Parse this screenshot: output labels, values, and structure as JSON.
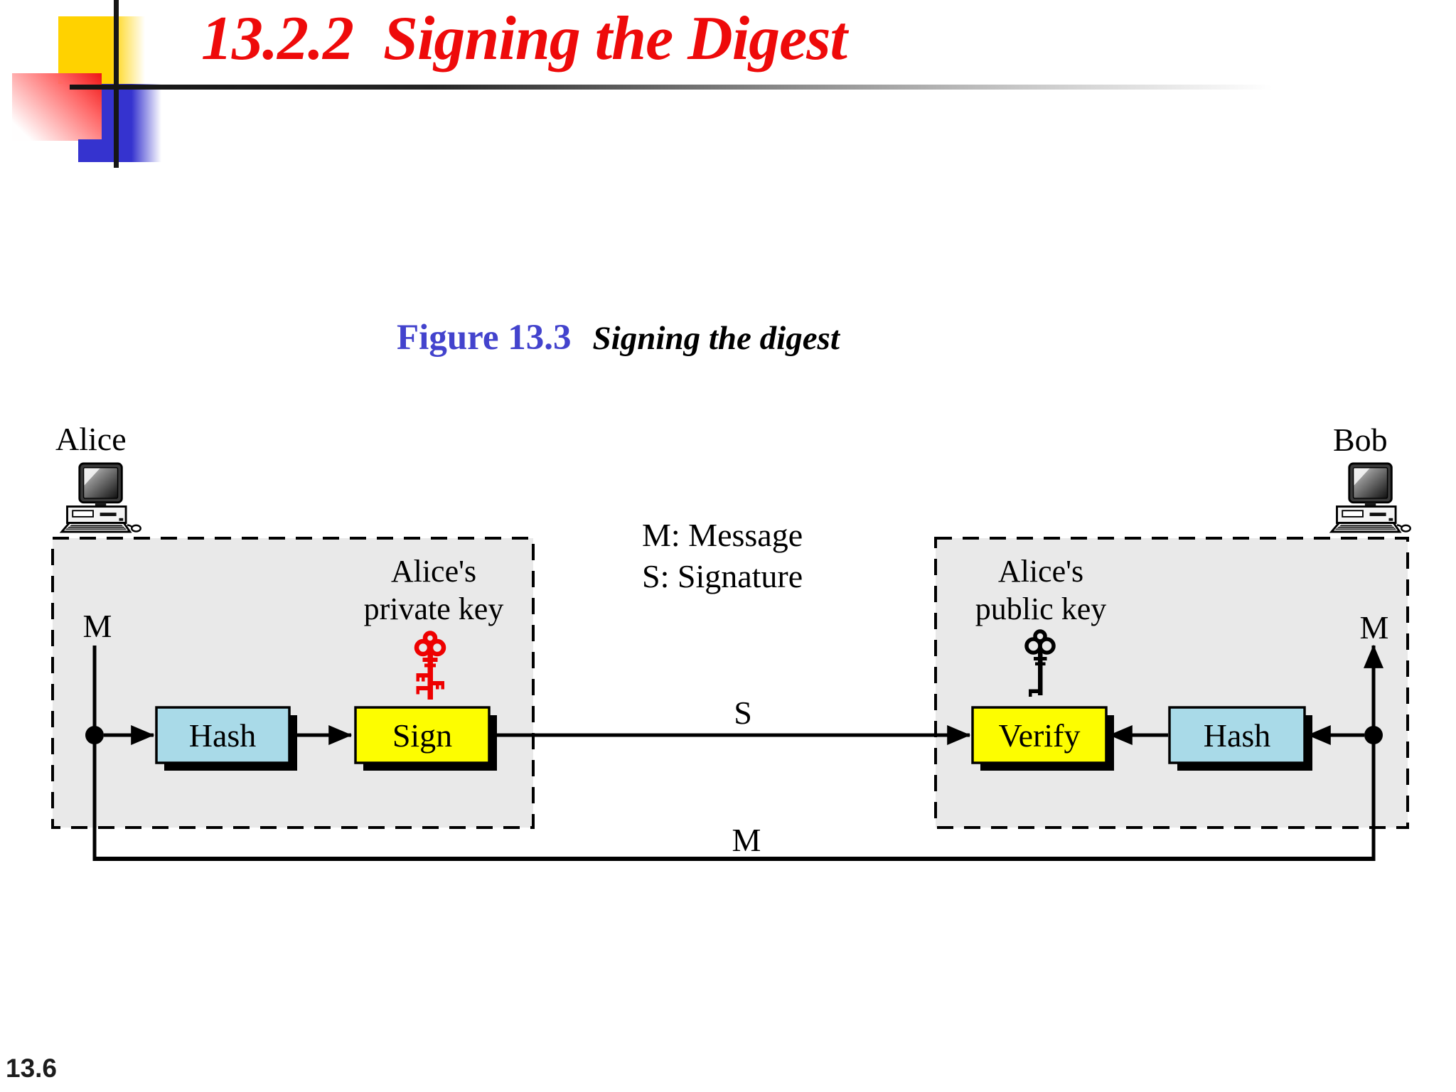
{
  "slide": {
    "title": "13.2.2  Signing the Digest",
    "page_number": "13.6"
  },
  "caption": {
    "figure_label": "Figure 13.3",
    "figure_title": "Signing the digest"
  },
  "legend": {
    "message": "M: Message",
    "signature": "S: Signature"
  },
  "diagram": {
    "alice_label": "Alice",
    "bob_label": "Bob",
    "left_m_label": "M",
    "right_m_label": "M",
    "s_label": "S",
    "bottom_m_label": "M",
    "left_panel": {
      "key_caption_line1": "Alice's",
      "key_caption_line2": "private key",
      "hash_label": "Hash",
      "sign_label": "Sign"
    },
    "right_panel": {
      "key_caption_line1": "Alice's",
      "key_caption_line2": "public key",
      "verify_label": "Verify",
      "hash_label": "Hash"
    }
  },
  "colors": {
    "title_red": "#ee0a0a",
    "figure_blue": "#4343cd",
    "box_yellow": "#fdfd00",
    "box_cyan": "#a9dae8",
    "panel_gray": "#e9e9e9",
    "key_red": "#ee0000",
    "key_black": "#000000"
  }
}
